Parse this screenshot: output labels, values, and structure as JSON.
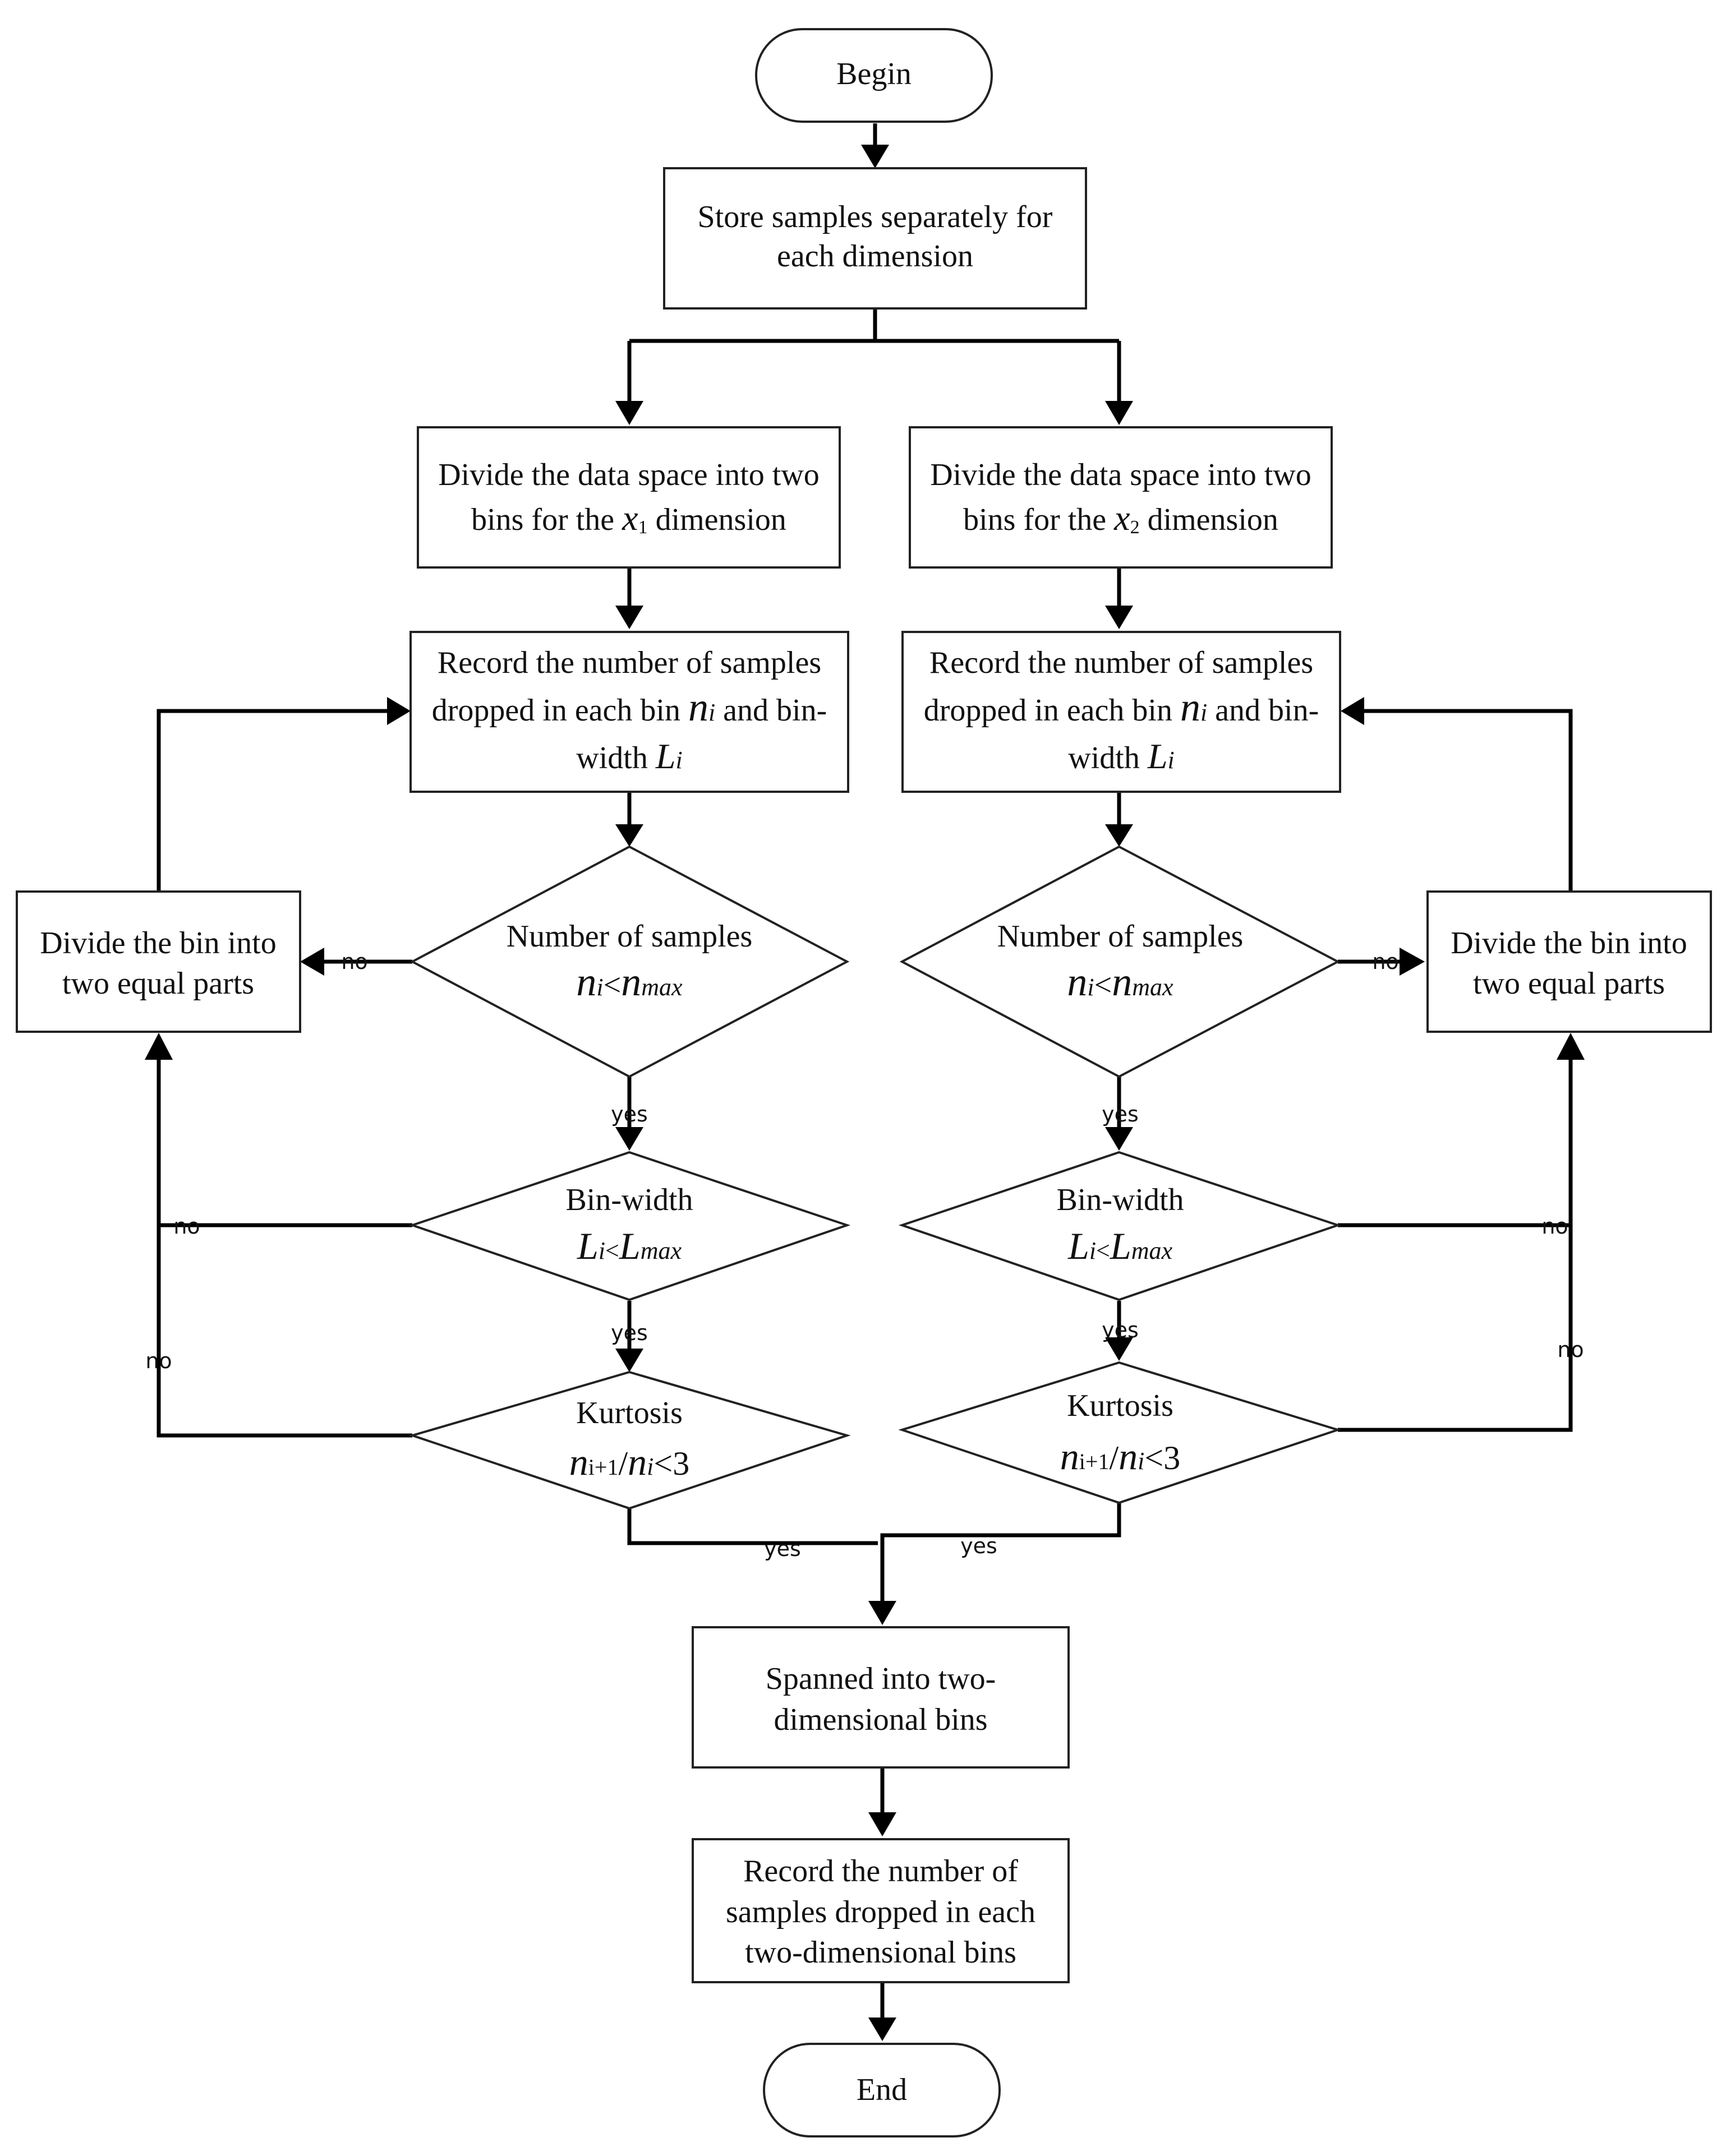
{
  "nodes": {
    "begin": "Begin",
    "store": [
      "Store samples separately for",
      "each dimension"
    ],
    "divide_x1": {
      "line1": "Divide the data space into two",
      "pre": "bins for the ",
      "var": "x",
      "sub": "1",
      "post": " dimension"
    },
    "divide_x2": {
      "line1": "Divide the data space into two",
      "pre": "bins for the ",
      "var": "x",
      "sub": "2",
      "post": " dimension"
    },
    "record_bin": {
      "line1": "Record the number of samples",
      "pre2": "dropped in each bin ",
      "n": "n",
      "i": "i",
      "post2": " and bin-",
      "pre3": "width ",
      "L": "L",
      "i3": "i"
    },
    "split_bin": [
      "Divide the bin into",
      "two equal parts"
    ],
    "cond_samples": {
      "label": "Number of samples",
      "n": "n",
      "i": "i",
      "lt": "<",
      "n2": "n",
      "max": "max"
    },
    "cond_width": {
      "label": "Bin-width",
      "L": "L",
      "i": "i",
      "lt": "<",
      "L2": "L",
      "max": "max"
    },
    "cond_kurtosis": {
      "label": "Kurtosis",
      "n": "n",
      "sub1": "i+1",
      "slash": "/",
      "n2": "n",
      "i": "i",
      "lt": "<3"
    },
    "span": [
      "Spanned into two-",
      "dimensional bins"
    ],
    "record_2d": [
      "Record the number of",
      "samples dropped in each",
      "two-dimensional bins"
    ],
    "end": "End"
  },
  "edge_labels": {
    "yes": "yes",
    "no": "no"
  }
}
